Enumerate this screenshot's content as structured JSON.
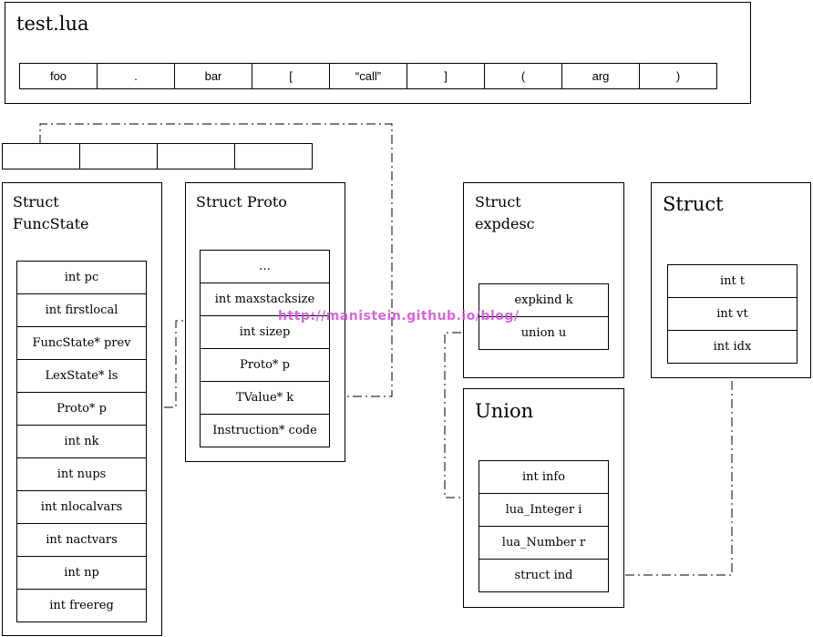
{
  "source_file": {
    "title": "test.lua",
    "tokens": [
      "foo",
      ".",
      "bar",
      "[",
      "“call”",
      "]",
      "(",
      "arg",
      ")"
    ]
  },
  "stack_cells": [
    "",
    "",
    "",
    ""
  ],
  "funcstate": {
    "title_line1": "Struct",
    "title_line2": "FuncState",
    "fields": [
      "int pc",
      "int firstlocal",
      "FuncState* prev",
      "LexState* ls",
      "Proto* p",
      "int nk",
      "int nups",
      "int nlocalvars",
      "int nactvars",
      "int np",
      "int freereg"
    ]
  },
  "proto": {
    "title": "Struct Proto",
    "fields": [
      "…",
      "int maxstacksize",
      "int sizep",
      "Proto* p",
      "TValue* k",
      "Instruction* code"
    ]
  },
  "expdesc": {
    "title_line1": "Struct",
    "title_line2": "expdesc",
    "fields": [
      "expkind k",
      "union u"
    ]
  },
  "struct4": {
    "title": "Struct",
    "fields": [
      "int t",
      "int vt",
      "int idx"
    ]
  },
  "union": {
    "title": "Union",
    "fields": [
      "int info",
      "lua_Integer i",
      "lua_Number r",
      "struct ind"
    ]
  },
  "watermark": "http://manistein.github.io/blog/",
  "colors": {
    "line": "#000000",
    "watermark": "#d04bd8"
  }
}
